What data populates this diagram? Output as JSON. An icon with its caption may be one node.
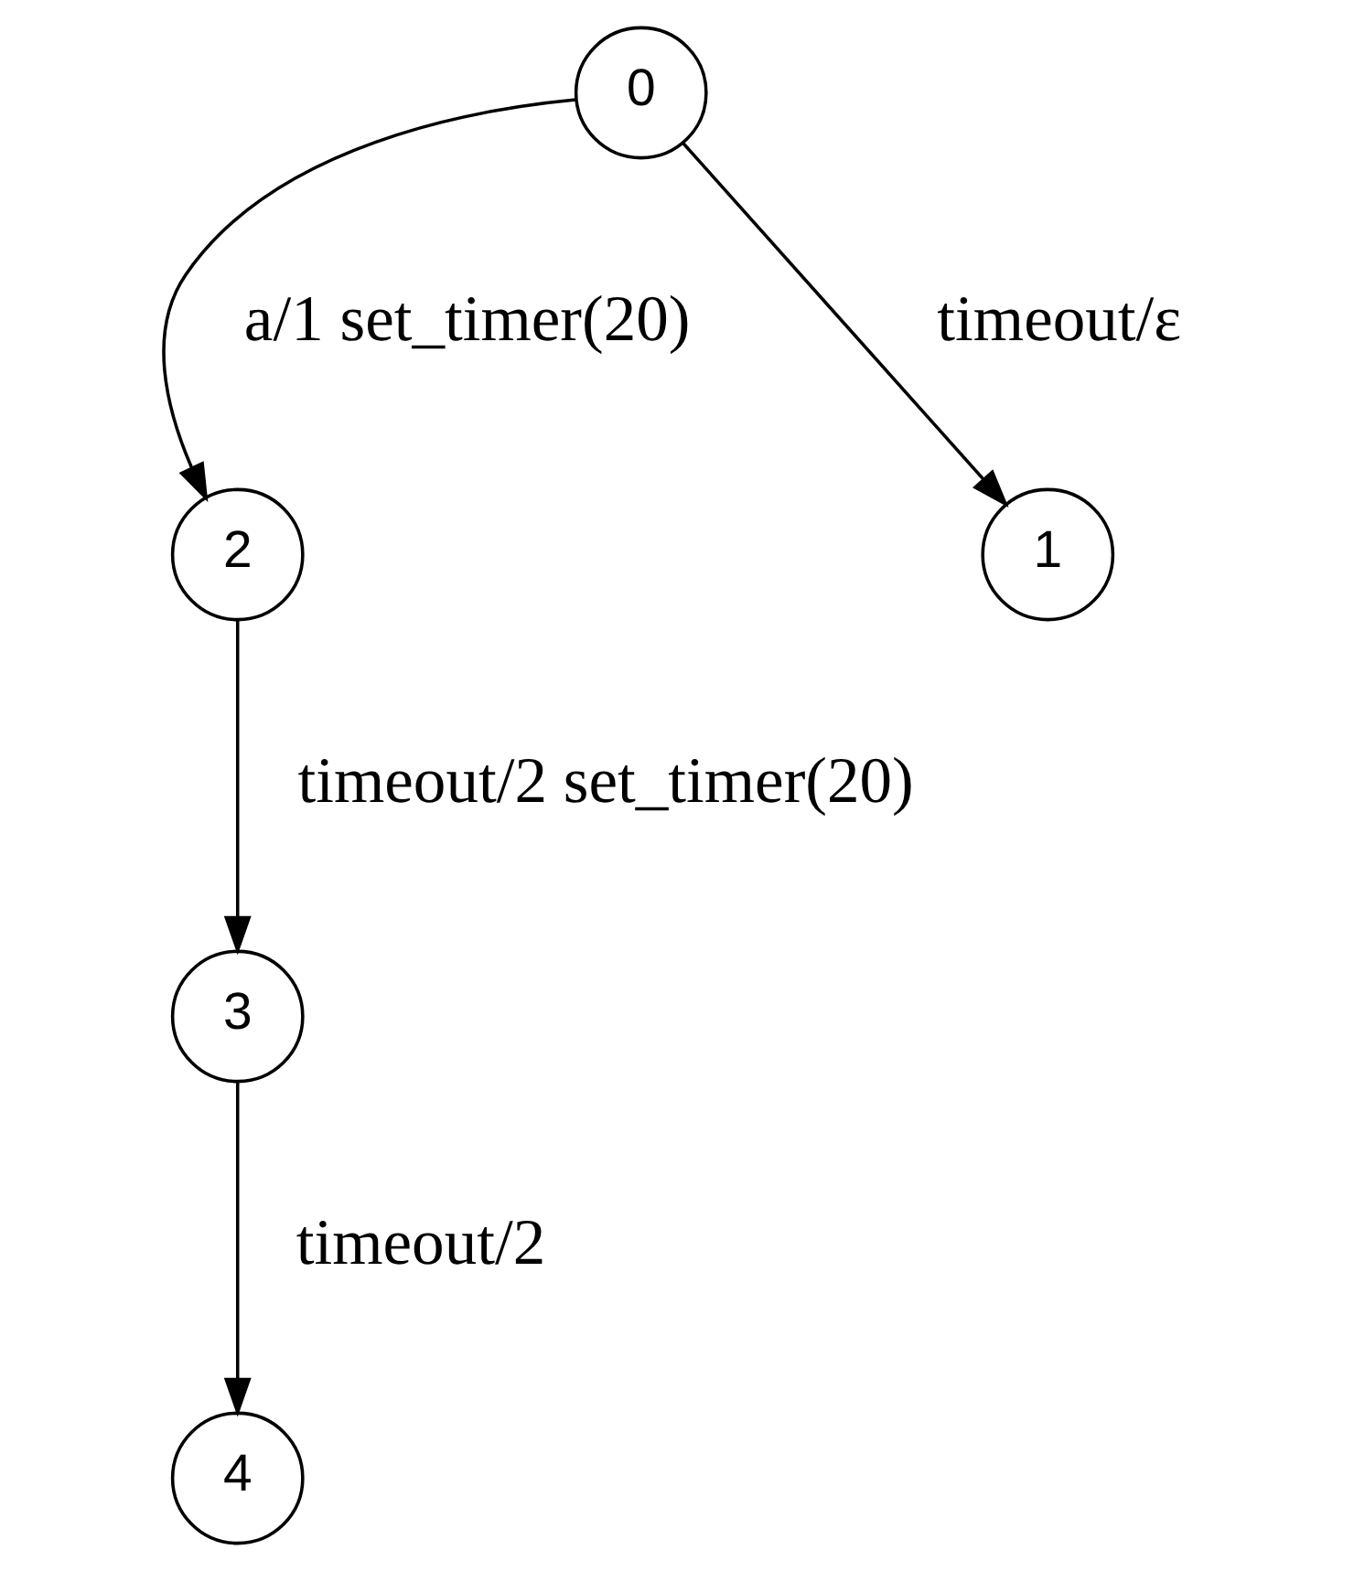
{
  "diagram": {
    "nodes": [
      {
        "text": [
          "0"
        ]
      },
      {
        "text": [
          "2"
        ]
      },
      {
        "text": [
          "1"
        ]
      },
      {
        "text": [
          "3"
        ]
      },
      {
        "text": [
          "4"
        ]
      }
    ],
    "edges": [
      {
        "from": 0,
        "to": 1,
        "arrow": "to",
        "label": "a/1 set_timer(20)"
      },
      {
        "from": 0,
        "to": 2,
        "arrow": "to",
        "label": "timeout/ε"
      },
      {
        "from": 1,
        "to": 3,
        "arrow": "to",
        "label": "timeout/2 set_timer(20)"
      },
      {
        "from": 3,
        "to": 4,
        "arrow": "to",
        "label": "timeout/2"
      }
    ]
  }
}
